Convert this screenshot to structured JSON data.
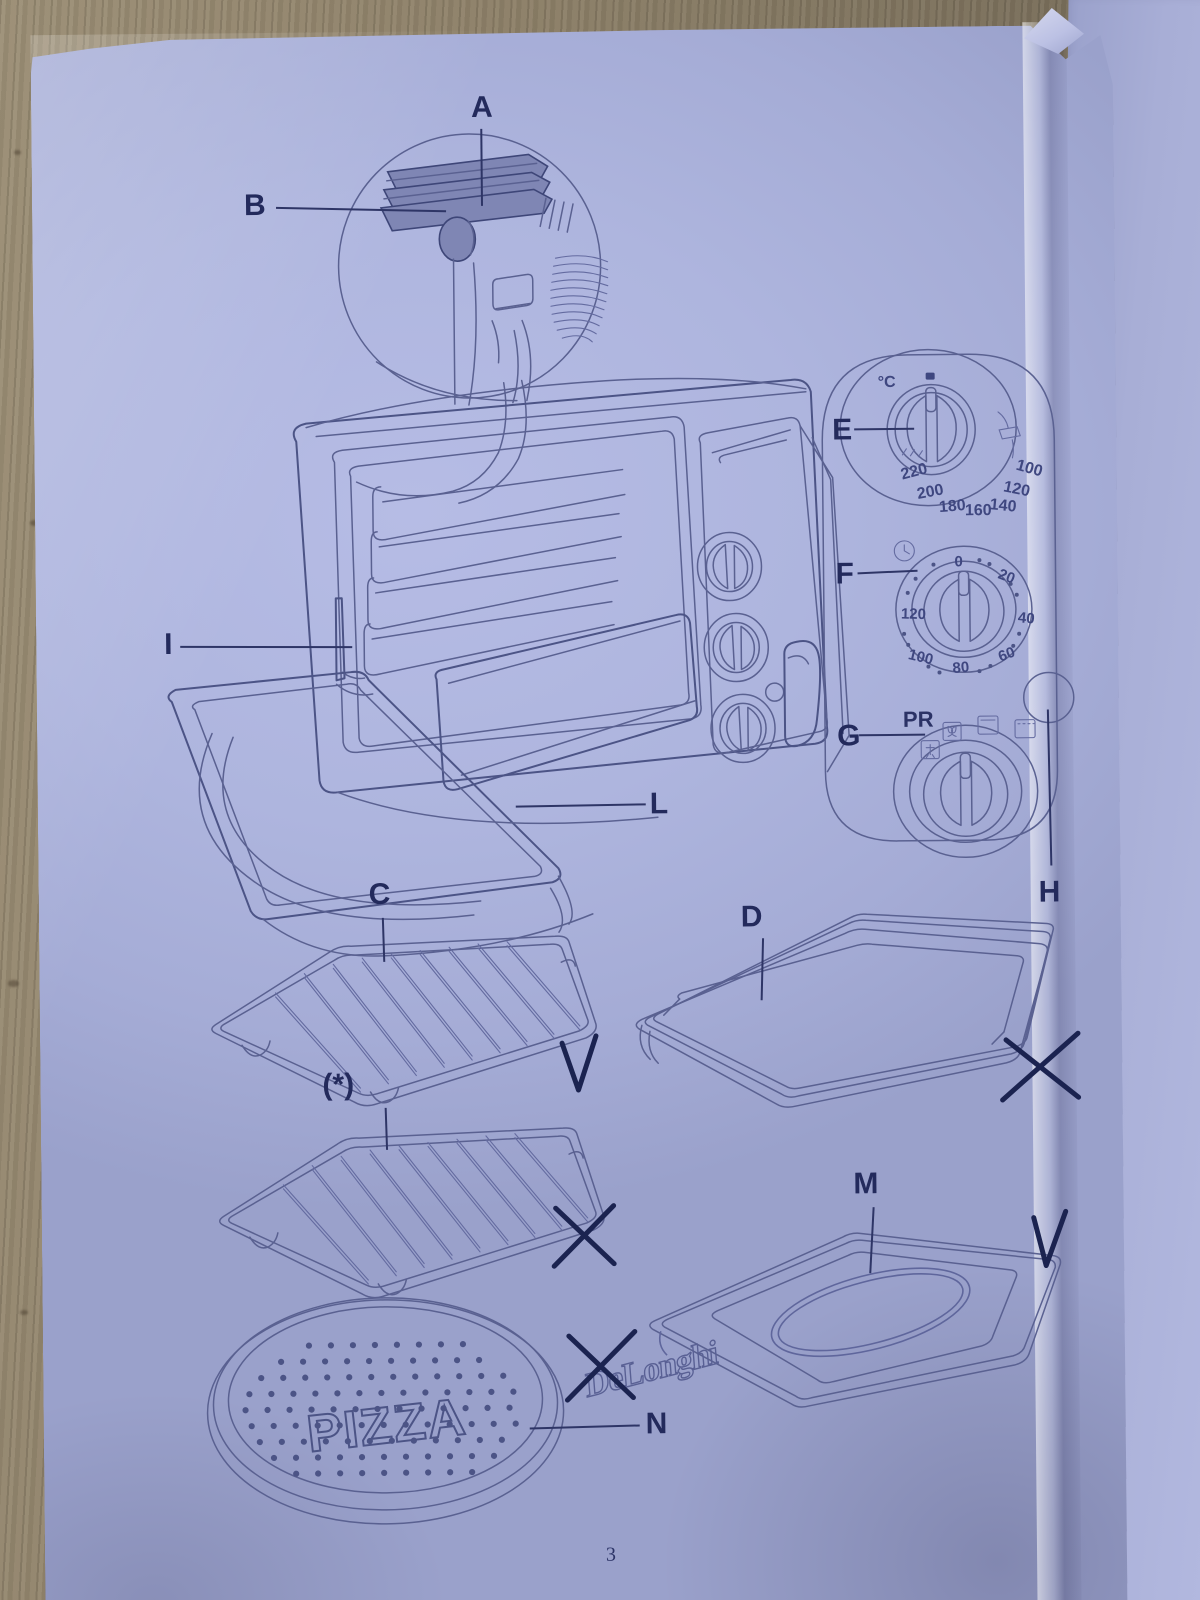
{
  "document": {
    "kind": "appliance-instruction-manual-page",
    "brand": "DeLonghi",
    "page_number": "3",
    "paper_color": "#b0b7df",
    "ink_color": "#4c5486",
    "annotation_ink_color": "#1b2350"
  },
  "callouts": {
    "a": "A",
    "b": "B",
    "c": "C",
    "d": "D",
    "e": "E",
    "f": "F",
    "g": "G",
    "h": "H",
    "i": "I",
    "l": "L",
    "m": "M",
    "n": "N",
    "asterisk": "(*)"
  },
  "control_panel": {
    "thermostat": {
      "callout": "E",
      "unit_label": "°C",
      "scale": [
        "220",
        "200",
        "180",
        "160",
        "140",
        "120",
        "100"
      ],
      "icons": [
        "lamp-icon",
        "top-dot-marker"
      ]
    },
    "timer": {
      "callout": "F",
      "clock_icon": "clock-icon",
      "scale": [
        "0",
        "20",
        "40",
        "60",
        "80",
        "100",
        "120"
      ]
    },
    "function_selector": {
      "callout": "G",
      "label": "PR",
      "icons": [
        "fan-icon",
        "top-heat-icon",
        "bottom-heat-icon",
        "rotisserie-icon"
      ]
    },
    "indicator_light": {
      "callout": "H"
    }
  },
  "accessories": [
    {
      "callout": "C",
      "name": "wire-rack",
      "hand_mark": "check"
    },
    {
      "callout": "(*)",
      "name": "wire-rack-optional",
      "hand_mark": "cross"
    },
    {
      "callout": "D",
      "name": "baking-tray",
      "hand_mark": "cross"
    },
    {
      "callout": "M",
      "name": "drip-pan",
      "embossed_text": "DeLonghi",
      "hand_mark": "check"
    },
    {
      "callout": "N",
      "name": "pizza-pan",
      "embossed_text": "PIZZA",
      "hand_mark": "cross"
    }
  ],
  "oven": {
    "parts": {
      "A": "top-heating-element",
      "B": "lamp-knob",
      "I": "door-hinge",
      "L": "oven-door"
    }
  },
  "hand_marks": {
    "check": "✓",
    "cross": "✗"
  }
}
